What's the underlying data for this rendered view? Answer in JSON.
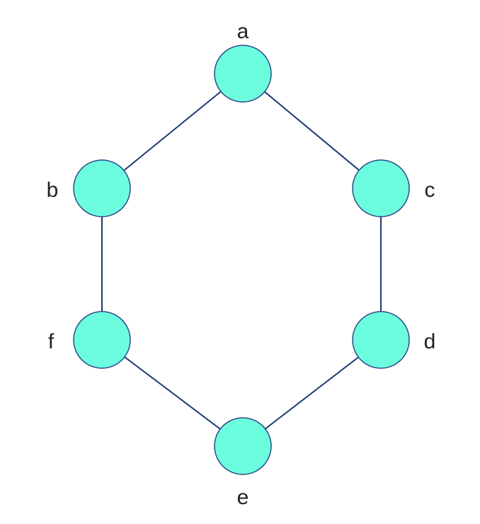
{
  "colors": {
    "background": "#ffffff",
    "node_fill": "#6cfddf",
    "node_stroke": "#2b4a8a",
    "edge": "#1d3a78",
    "label": "#222222"
  },
  "nodes": [
    {
      "id": "a",
      "label": "a"
    },
    {
      "id": "b",
      "label": "b"
    },
    {
      "id": "c",
      "label": "c"
    },
    {
      "id": "d",
      "label": "d"
    },
    {
      "id": "e",
      "label": "e"
    },
    {
      "id": "f",
      "label": "f"
    }
  ],
  "edges": [
    {
      "from": "a",
      "to": "b"
    },
    {
      "from": "a",
      "to": "c"
    },
    {
      "from": "b",
      "to": "f"
    },
    {
      "from": "c",
      "to": "d"
    },
    {
      "from": "d",
      "to": "e"
    },
    {
      "from": "f",
      "to": "e"
    }
  ]
}
